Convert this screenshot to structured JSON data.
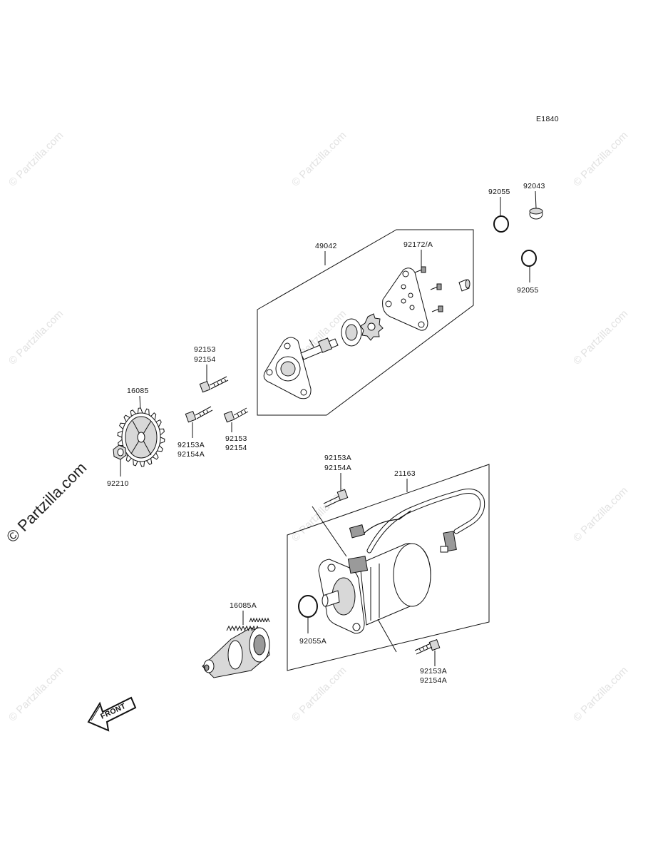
{
  "diagram": {
    "code": "E1840",
    "front_label": "FRONT",
    "labels": {
      "p92055_top": "92055",
      "p92043": "92043",
      "p92055_right": "92055",
      "p49042": "49042",
      "p92172": "92172/A",
      "p92153_upper": "92153",
      "p92154_upper": "92154",
      "p16085": "16085",
      "p92153A_left": "92153A",
      "p92154A_left": "92154A",
      "p92153_mid": "92153",
      "p92154_mid": "92154",
      "p92210": "92210",
      "p92153A_top": "92153A",
      "p92154A_top": "92154A",
      "p21163": "21163",
      "p16085A": "16085A",
      "p92055A": "92055A",
      "p92153A_bottom": "92153A",
      "p92154A_bottom": "92154A"
    }
  },
  "watermark": {
    "text": "© Partzilla.com",
    "main_text": "© Partzilla.com"
  }
}
